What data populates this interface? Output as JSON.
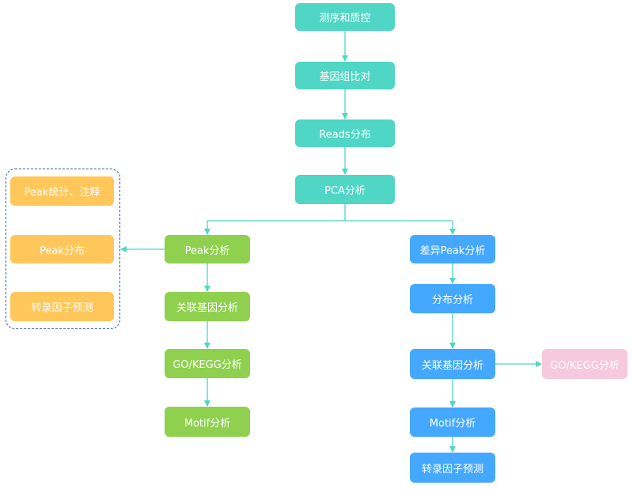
{
  "nodes": {
    "qc": "测序和质控",
    "align": "基因组比对",
    "reads_dist": "Reads分布",
    "pca": "PCA分析",
    "peak_stats": "Peak统计、注释",
    "peak_dist_side": "Peak分布",
    "tf_side": "转录因子预测",
    "peak_analysis": "Peak分析",
    "assoc_gene_left": "关联基因分析",
    "go_kegg_left": "GO/KEGG分析",
    "motif_left": "Motif分析",
    "diff_peak": "差异Peak分析",
    "dist_analysis": "分布分析",
    "assoc_gene_right": "关联基因分析",
    "go_kegg_right": "GO/KEGG分析",
    "motif_right": "Motif分析",
    "tf_right": "转录因子预测"
  },
  "colors": {
    "teal": "#4fd6c4",
    "green": "#8fd14f",
    "blue": "#45a8ff",
    "orange": "#ffc65a",
    "pink": "#f6c9dc",
    "edge": "#4fd6c4",
    "group_border": "#2f5f9a"
  }
}
